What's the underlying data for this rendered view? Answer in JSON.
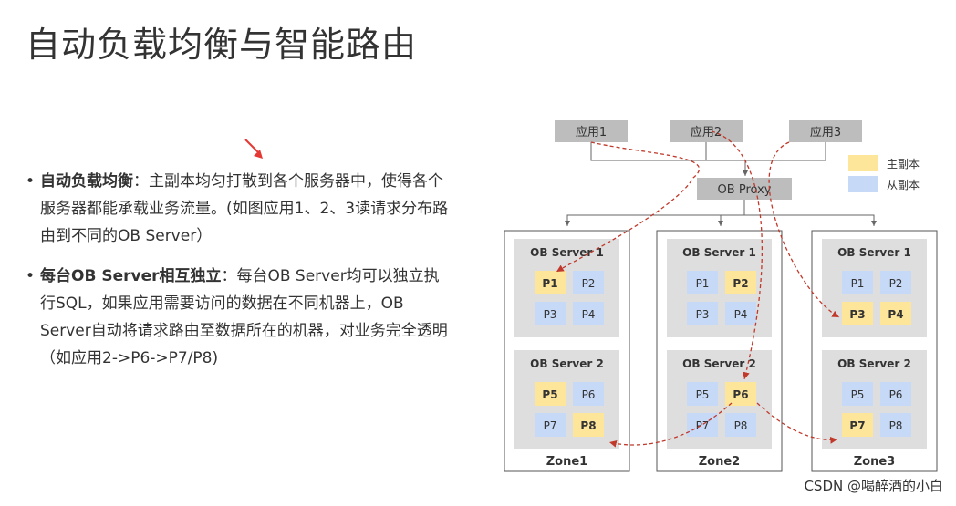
{
  "title": "自动负载均衡与智能路由",
  "bullets": [
    {
      "heading": "自动负载均衡",
      "sep": "：",
      "text": "主副本均匀打散到各个服务器中，使得各个服务器都能承载业务流量。(如图应用1、2、3读请求分布路由到不同的OB Server）"
    },
    {
      "heading": "每台OB Server相互独立",
      "sep": "：",
      "text": "每台OB Server均可以独立执行SQL，如果应用需要访问的数据在不同机器上，OB Server自动将请求路由至数据所在的机器，对业务完全透明（如应用2->P6->P7/P8)"
    }
  ],
  "diagram": {
    "apps": [
      "应用1",
      "应用2",
      "应用3"
    ],
    "proxy": "OB Proxy",
    "legend": [
      {
        "label": "主副本",
        "color": "#fde59a"
      },
      {
        "label": "从副本",
        "color": "#c6d9f7"
      }
    ],
    "zones": [
      {
        "name": "Zone1",
        "servers": [
          {
            "name": "OB Server 1",
            "partitions": [
              {
                "p": "P1",
                "leader": true
              },
              {
                "p": "P2",
                "leader": false
              },
              {
                "p": "P3",
                "leader": false
              },
              {
                "p": "P4",
                "leader": false
              }
            ]
          },
          {
            "name": "OB Server 2",
            "partitions": [
              {
                "p": "P5",
                "leader": true
              },
              {
                "p": "P6",
                "leader": false
              },
              {
                "p": "P7",
                "leader": false
              },
              {
                "p": "P8",
                "leader": true
              }
            ]
          }
        ]
      },
      {
        "name": "Zone2",
        "servers": [
          {
            "name": "OB Server 1",
            "partitions": [
              {
                "p": "P1",
                "leader": false
              },
              {
                "p": "P2",
                "leader": true
              },
              {
                "p": "P3",
                "leader": false
              },
              {
                "p": "P4",
                "leader": false
              }
            ]
          },
          {
            "name": "OB Server 2",
            "partitions": [
              {
                "p": "P5",
                "leader": false
              },
              {
                "p": "P6",
                "leader": true
              },
              {
                "p": "P7",
                "leader": false
              },
              {
                "p": "P8",
                "leader": false
              }
            ]
          }
        ]
      },
      {
        "name": "Zone3",
        "servers": [
          {
            "name": "OB Server 1",
            "partitions": [
              {
                "p": "P1",
                "leader": false
              },
              {
                "p": "P2",
                "leader": false
              },
              {
                "p": "P3",
                "leader": true
              },
              {
                "p": "P4",
                "leader": true
              }
            ]
          },
          {
            "name": "OB Server 2",
            "partitions": [
              {
                "p": "P5",
                "leader": false
              },
              {
                "p": "P6",
                "leader": false
              },
              {
                "p": "P7",
                "leader": true
              },
              {
                "p": "P8",
                "leader": false
              }
            ]
          }
        ]
      }
    ],
    "colors": {
      "leader": "#fde59a",
      "follower": "#c6d9f7",
      "server_bg": "#dedede",
      "app_bg": "#bdbdbd",
      "arrow": "#c0392b"
    }
  },
  "watermark": "CSDN @喝醉酒的小白"
}
